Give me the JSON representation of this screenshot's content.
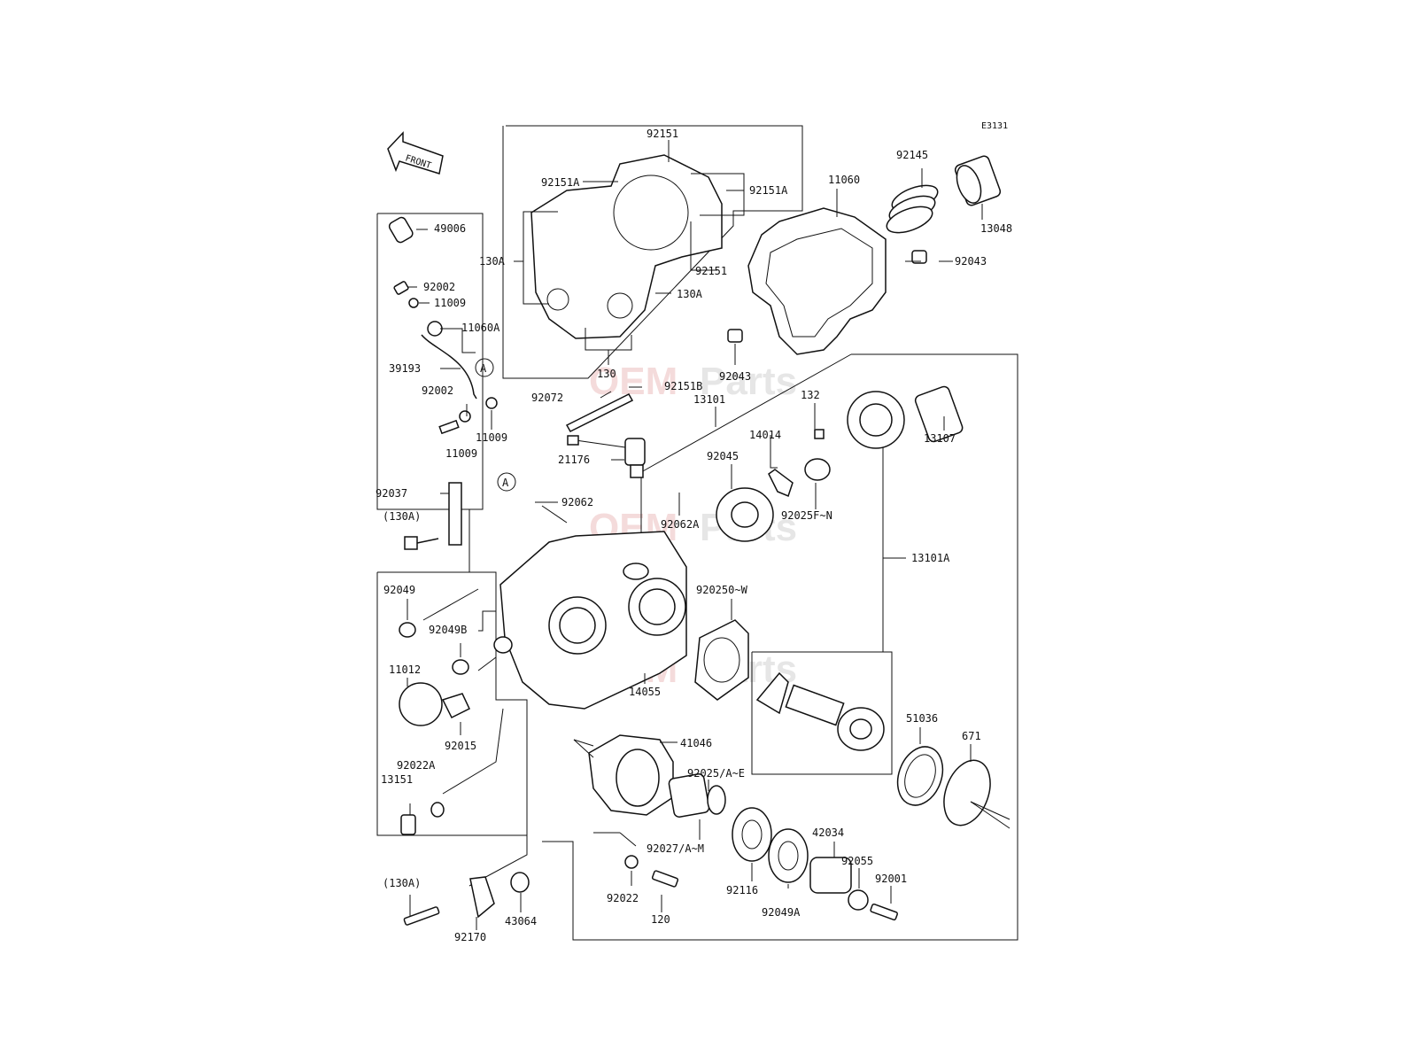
{
  "diagram": {
    "code": "E3131",
    "front_label": "FRONT",
    "watermark": [
      "OEM",
      "Parts"
    ],
    "callout_letter": "A",
    "labels": [
      "92151",
      "92151A",
      "92151A",
      "130A",
      "92151",
      "130A",
      "130",
      "49006",
      "92002",
      "11009",
      "11060A",
      "39193",
      "92002",
      "11009",
      "11009",
      "11060",
      "92145",
      "13048",
      "92043",
      "92043",
      "92072",
      "92151B",
      "13101",
      "132",
      "21176",
      "14014",
      "92045",
      "92025F~N",
      "13107",
      "92037",
      "(130A)",
      "92062",
      "92062A",
      "13101A",
      "92049",
      "92049B",
      "920250~W",
      "11012",
      "14055",
      "92015",
      "51036",
      "671",
      "41046",
      "92022A",
      "92025/A~E",
      "13151",
      "92027/A~M",
      "42034",
      "92055",
      "92022",
      "92116",
      "92001",
      "(130A)",
      "120",
      "92049A",
      "92170",
      "43064"
    ]
  }
}
